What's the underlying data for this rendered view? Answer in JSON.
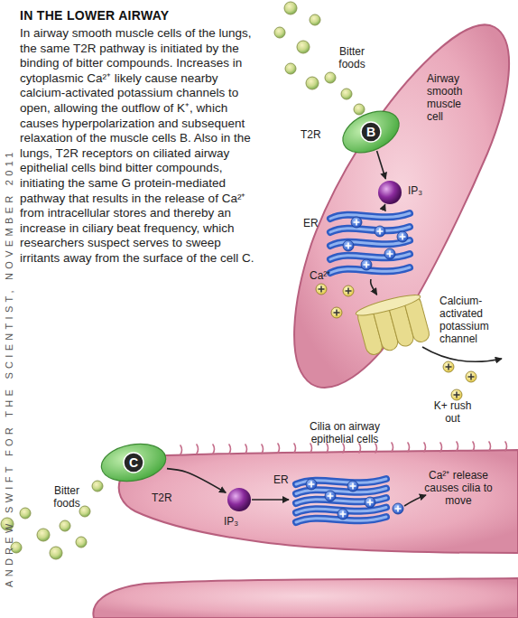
{
  "diagram": {
    "title": "IN THE LOWER AIRWAY",
    "caption": "In airway smooth muscle cells of the lungs, the same T2R pathway is initiated by the binding of bitter compounds. Increases in cytoplasmic Ca²⁺ likely cause nearby calcium-activated potassium channels to open, allowing the outflow of K⁺, which causes hyperpolarization and subsequent relaxation of the muscle cells B. Also in the lungs, T2R receptors on ciliated airway epithelial cells bind bitter compounds, initiating the same G protein-mediated pathway that results in the release of Ca²⁺ from intracellular stores and thereby an increase in ciliary beat frequency, which researchers suspect serves to sweep irritants away from the surface of the cell C.",
    "nodes": [
      {
        "text": [
          "Airway smooth muscle cell"
        ]
      },
      {
        "text": [
          "T2R",
          "B"
        ]
      },
      {
        "text": [
          "IP₃"
        ],
        "in": 0
      },
      {
        "text": [
          "ER"
        ],
        "in": 0
      },
      {
        "text": [
          "Calcium-activated potassium channel"
        ]
      },
      {
        "text": [
          "Cilia on airway epithelial cells"
        ]
      },
      {
        "text": [
          "T2R",
          "C"
        ]
      },
      {
        "text": [
          "IP₃"
        ],
        "in": 5
      },
      {
        "text": [
          "ER"
        ],
        "in": 5
      }
    ],
    "edges": [
      {
        "from": 1,
        "to": 2,
        "arrow": "to"
      },
      {
        "from": 2,
        "to": 3,
        "arrow": "to"
      },
      {
        "from": 3,
        "to": 4,
        "arrow": "to",
        "label": "Ca²⁺"
      },
      {
        "from": 6,
        "to": 7,
        "arrow": "to"
      },
      {
        "from": 7,
        "to": 8,
        "arrow": "to"
      }
    ],
    "labels": [
      "Bitter foods",
      "K+ rush out",
      "Bitter foods",
      "Ca²⁺ release causes cilia to move",
      "ANDREW SWIFT FOR THE SCIENTIST, NOVEMBER 2011"
    ]
  }
}
